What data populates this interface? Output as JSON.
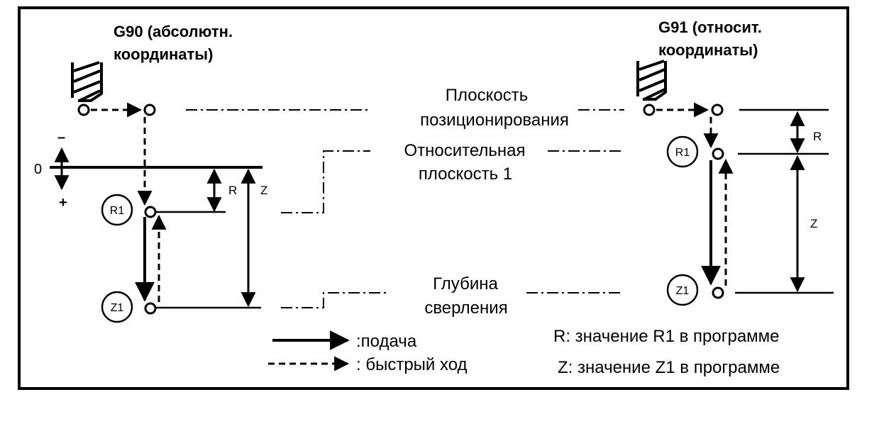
{
  "g90": {
    "title_line1": "G90 (абсолютн.",
    "title_line2": "координаты)"
  },
  "g91": {
    "title_line1": "G91 (относит.",
    "title_line2": "координаты)"
  },
  "planes": {
    "positioning_line1": "Плоскость",
    "positioning_line2": "позиционирования",
    "reference_line1": "Относительная",
    "reference_line2": "плоскость 1",
    "depth_line1": "Глубина",
    "depth_line2": "сверления"
  },
  "axis": {
    "zero": "0",
    "minus": "–",
    "plus": "+"
  },
  "markers": {
    "r1": "R1",
    "z1": "Z1",
    "r": "R",
    "z": "Z"
  },
  "legend": {
    "feed": ":подача",
    "rapid": ": быстрый ход",
    "r_note": "R: значение R1 в программе",
    "z_note": "Z: значение Z1 в программе"
  },
  "colors": {
    "ink": "#000000",
    "background": "#ffffff"
  }
}
